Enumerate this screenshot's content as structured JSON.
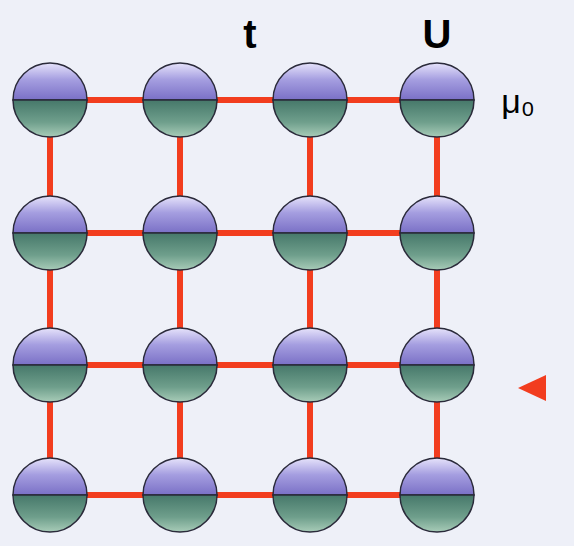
{
  "diagram": {
    "labels": [
      "t",
      "U",
      "μ₀"
    ]
  }
}
